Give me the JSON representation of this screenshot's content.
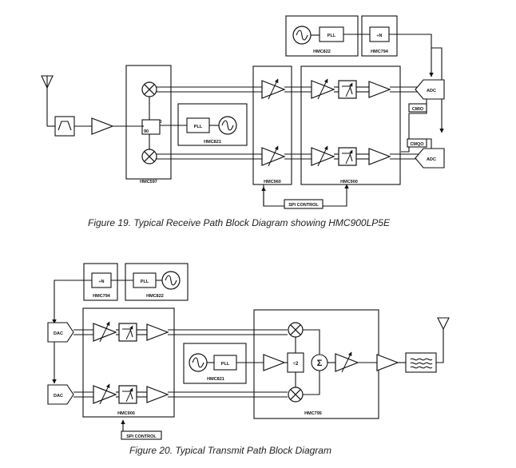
{
  "figure19": {
    "caption": "Figure 19. Typical Receive Path Block Diagram showing HMC900LP5E",
    "labels": {
      "pll_top": "PLL",
      "div_top": "÷N",
      "hmc822": "HMC822",
      "hmc794": "HMC794",
      "adc_i": "ADC",
      "adc_q": "ADC",
      "cmio": "CMIO",
      "cmqo": "CMQO",
      "ninety": "90",
      "zero": "0",
      "pll_lo": "PLL",
      "hmc821": "HMC821",
      "hmc597": "HMC597",
      "hmc960": "HMC960",
      "hmc900": "HMC900",
      "spi": "SPI CONTROL"
    }
  },
  "figure20": {
    "caption": "Figure 20. Typical Transmit Path Block Diagram",
    "labels": {
      "div": "÷N",
      "pll_top": "PLL",
      "hmc794": "HMC794",
      "hmc822": "HMC822",
      "dac_i": "DAC",
      "dac_q": "DAC",
      "pll_lo": "PLL",
      "hmc821": "HMC821",
      "div2": "÷2",
      "sigma": "Σ",
      "hmc900": "HMC900",
      "hmc795": "HMC795",
      "spi": "SPI CONTROL"
    }
  }
}
